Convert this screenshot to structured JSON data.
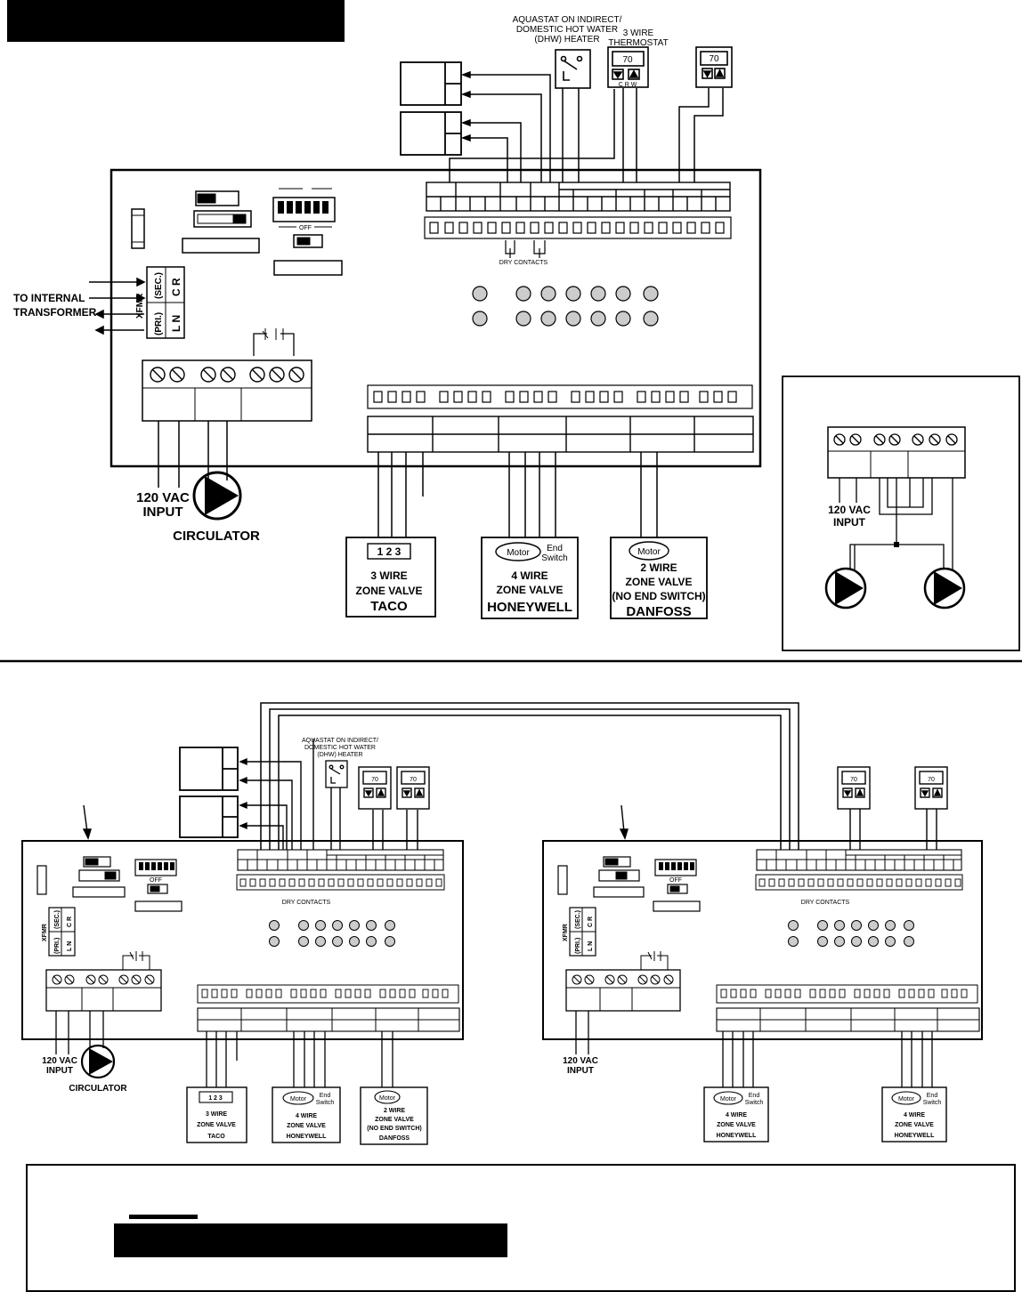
{
  "labels": {
    "aquastat": [
      "AQUASTAT ON INDIRECT/",
      "DOMESTIC HOT WATER",
      "(DHW) HEATER"
    ],
    "thermostat3": [
      "3 WIRE",
      "THERMOSTAT"
    ],
    "therm_terminals": "C R W",
    "display_70": "70",
    "off": "OFF",
    "dry_contacts": "DRY CONTACTS",
    "xfmr": "XFMR",
    "sec": "(SEC.)",
    "pri": "(PRI.)",
    "crr": "C R",
    "lnn": "L N",
    "to_internal": [
      "TO INTERNAL",
      "TRANSFORMER"
    ],
    "vac_input": [
      "120 VAC",
      "INPUT"
    ],
    "circulator": "CIRCULATOR",
    "digits": "1 2 3",
    "motor": "Motor",
    "end_switch": [
      "End",
      "Switch"
    ],
    "taco": [
      "3 WIRE",
      "ZONE VALVE",
      "TACO"
    ],
    "honeywell": [
      "4 WIRE",
      "ZONE VALVE",
      "HONEYWELL"
    ],
    "danfoss": [
      "2 WIRE",
      "ZONE VALVE",
      "(NO END SWITCH)",
      "DANFOSS"
    ]
  }
}
